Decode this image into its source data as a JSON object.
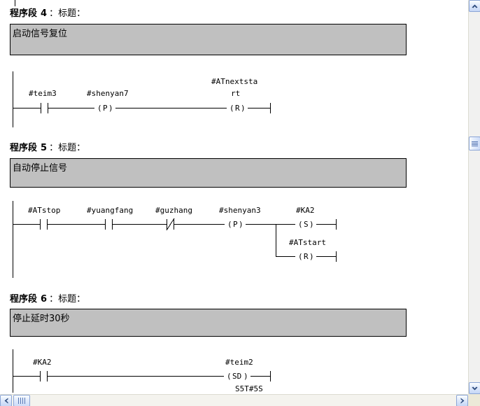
{
  "editor": {
    "networks": [
      {
        "header_seg": "程序段",
        "header_num": "4",
        "header_tail": "：标题：",
        "comment": "启动信号复位",
        "elements": [
          {
            "label": "#teim3",
            "type": "contact-no"
          },
          {
            "label": "#shenyan7",
            "type": "coil",
            "glyph": "P"
          },
          {
            "label": "#ATnextsta",
            "label2": "rt",
            "type": "coil",
            "glyph": "R"
          }
        ]
      },
      {
        "header_seg": "程序段",
        "header_num": "5",
        "header_tail": "：标题：",
        "comment": "自动停止信号",
        "elements": [
          {
            "label": "#ATstop",
            "type": "contact-no"
          },
          {
            "label": "#yuangfang",
            "type": "contact-no"
          },
          {
            "label": "#guzhang",
            "type": "contact-nc"
          },
          {
            "label": "#shenyan3",
            "type": "coil",
            "glyph": "P"
          },
          {
            "label": "#KA2",
            "type": "coil",
            "glyph": "S"
          },
          {
            "label": "#ATstart",
            "type": "coil",
            "glyph": "R",
            "branch": true
          }
        ]
      },
      {
        "header_seg": "程序段",
        "header_num": "6",
        "header_tail": "：标题：",
        "comment": "停止延时30秒",
        "elements": [
          {
            "label": "#KA2",
            "type": "contact-no"
          },
          {
            "label": "#teim2",
            "type": "coil",
            "glyph": "SD"
          }
        ],
        "parameter": "S5T#5S"
      }
    ]
  },
  "scrollbars": {
    "vertical": {
      "up_arrow": "scroll-up-arrow",
      "down_arrow": "scroll-down-arrow",
      "thumb": "vertical-scroll-thumb"
    },
    "horizontal": {
      "left_arrow": "scroll-left-arrow",
      "right_arrow": "scroll-right-arrow",
      "thumb": "horizontal-scroll-thumb"
    }
  },
  "colors": {
    "comment_bg": "#c0c0c0",
    "canvas_bg": "#ffffff",
    "wire": "#000000",
    "scrollbar_face": "#f1f1f0"
  }
}
